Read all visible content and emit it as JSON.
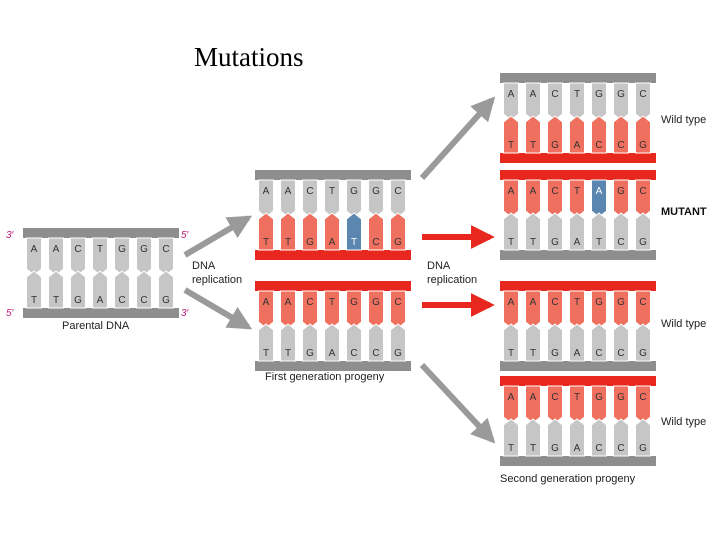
{
  "title": "Mutations",
  "colors": {
    "backbone_gray": "#8e8e8e",
    "backbone_red": "#e8281e",
    "strand_gray": "#c6c6c6",
    "strand_red": "#f07060",
    "mutant_blue": "#5b86b0",
    "end_label": "#c2187a",
    "arrow_gray": "#9a9a9a",
    "arrow_red": "#e8281e"
  },
  "labels": {
    "parental": "Parental DNA",
    "replication_1": [
      "DNA",
      "replication"
    ],
    "replication_2": [
      "DNA",
      "replication"
    ],
    "first_gen": "First generation progeny",
    "second_gen": "Second generation progeny",
    "end_3": "3′",
    "end_5": "5′"
  },
  "molecules": [
    {
      "id": "parental-dna",
      "top": [
        "A",
        "A",
        "C",
        "T",
        "G",
        "G",
        "C"
      ],
      "bottom": [
        "T",
        "T",
        "G",
        "A",
        "C",
        "C",
        "G"
      ],
      "top_color": "gray",
      "bottom_color": "gray",
      "mutant_index": -1,
      "label": ""
    },
    {
      "id": "first-gen-upper",
      "top": [
        "A",
        "A",
        "C",
        "T",
        "G",
        "G",
        "C"
      ],
      "bottom": [
        "T",
        "T",
        "G",
        "A",
        "T",
        "C",
        "G"
      ],
      "top_color": "gray",
      "bottom_color": "red",
      "mutant_index": 4,
      "label": ""
    },
    {
      "id": "first-gen-lower",
      "top": [
        "A",
        "A",
        "C",
        "T",
        "G",
        "G",
        "C"
      ],
      "bottom": [
        "T",
        "T",
        "G",
        "A",
        "C",
        "C",
        "G"
      ],
      "top_color": "red",
      "bottom_color": "gray",
      "mutant_index": -1,
      "label": ""
    },
    {
      "id": "second-gen-1",
      "top": [
        "A",
        "A",
        "C",
        "T",
        "G",
        "G",
        "C"
      ],
      "bottom": [
        "T",
        "T",
        "G",
        "A",
        "C",
        "C",
        "G"
      ],
      "top_color": "gray",
      "bottom_color": "red",
      "mutant_index": -1,
      "label": "Wild type"
    },
    {
      "id": "second-gen-2",
      "top": [
        "A",
        "A",
        "C",
        "T",
        "A",
        "G",
        "C"
      ],
      "bottom": [
        "T",
        "T",
        "G",
        "A",
        "T",
        "C",
        "G"
      ],
      "top_color": "red",
      "bottom_color": "gray",
      "mutant_index": 4,
      "label": "MUTANT"
    },
    {
      "id": "second-gen-3",
      "top": [
        "A",
        "A",
        "C",
        "T",
        "G",
        "G",
        "C"
      ],
      "bottom": [
        "T",
        "T",
        "G",
        "A",
        "C",
        "C",
        "G"
      ],
      "top_color": "red",
      "bottom_color": "gray",
      "mutant_index": -1,
      "label": "Wild type"
    },
    {
      "id": "second-gen-4",
      "top": [
        "A",
        "A",
        "C",
        "T",
        "G",
        "G",
        "C"
      ],
      "bottom": [
        "T",
        "T",
        "G",
        "A",
        "C",
        "C",
        "G"
      ],
      "top_color": "red",
      "bottom_color": "gray",
      "mutant_index": -1,
      "label": "Wild type"
    }
  ]
}
